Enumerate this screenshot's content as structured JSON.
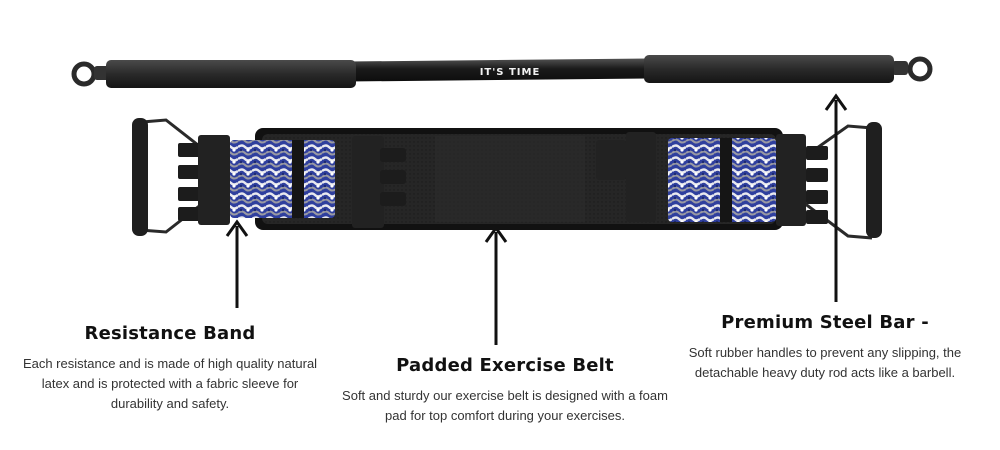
{
  "product": {
    "bar_label": "IT'S TIME"
  },
  "features": {
    "band": {
      "title": "Resistance Band",
      "description": "Each resistance and is made of high quality natural latex and is protected with a fabric sleeve for durability and safety."
    },
    "belt": {
      "title": "Padded Exercise Belt",
      "description": "Soft and sturdy our exercise belt is designed with a foam pad for top comfort during your exercises."
    },
    "bar": {
      "title": "Premium Steel Bar -",
      "description": "Soft rubber handles to prevent any slipping, the detachable heavy duty rod acts like a barbell."
    }
  },
  "colors": {
    "band_blue": "#2f3f9e",
    "band_white": "#e8e8ee",
    "band_gray": "#9a9aa2",
    "rubber": "#1f1f1f"
  }
}
